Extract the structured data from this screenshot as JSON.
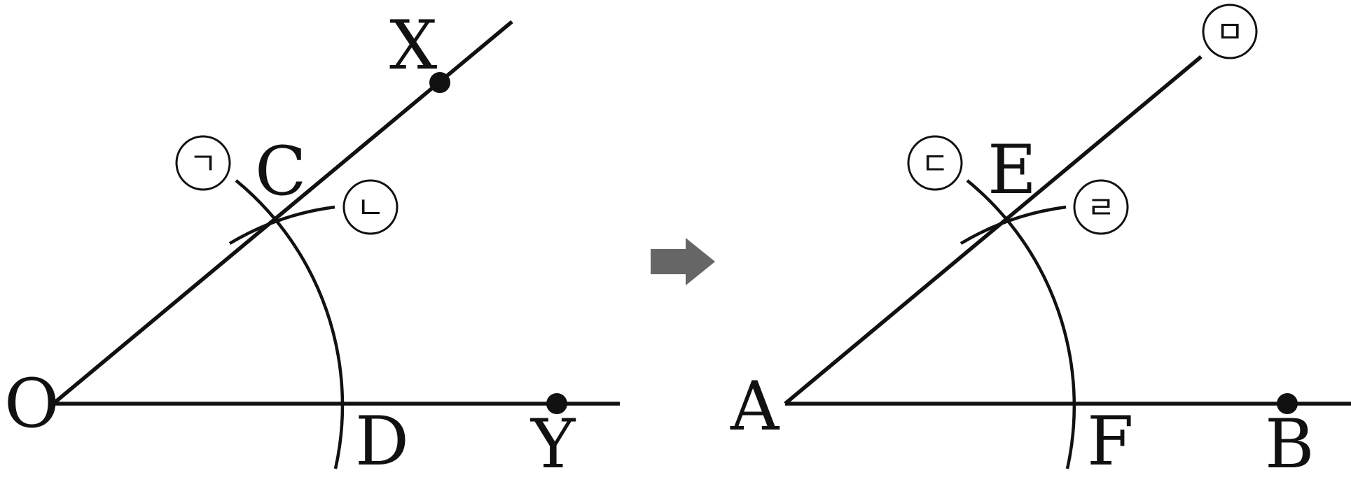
{
  "left_figure": {
    "points": {
      "O": "O",
      "X": "X",
      "Y": "Y",
      "C": "C",
      "D": "D"
    },
    "markers": {
      "first": "ㄱ",
      "second": "ㄴ"
    }
  },
  "right_figure": {
    "points": {
      "A": "A",
      "B": "B",
      "E": "E",
      "F": "F"
    },
    "markers": {
      "third": "ㄷ",
      "fourth": "ㄹ",
      "fifth": "ㅁ"
    }
  },
  "colors": {
    "line": "#111111",
    "arrow": "#666666",
    "background": "#ffffff"
  }
}
